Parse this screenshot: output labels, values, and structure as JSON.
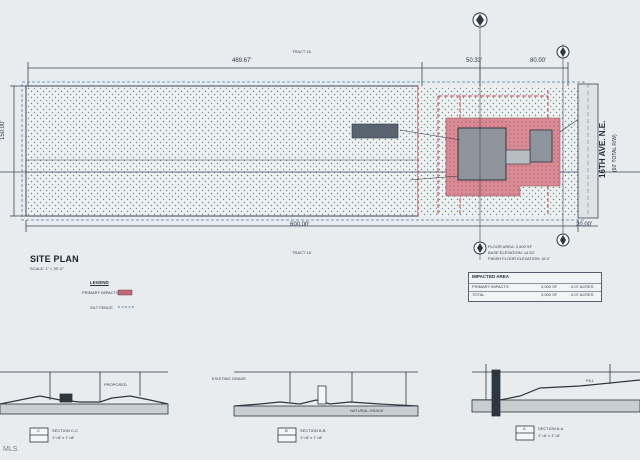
{
  "title": "SITE PLAN",
  "scale_note": "SCALE: 1\" = 30'-0\"",
  "street": {
    "name": "16TH AVE. N.E.",
    "sub": "(60' TOTAL R/W)"
  },
  "dimensions": {
    "top_main": "469.67'",
    "top_mid": "50.33'",
    "top_right": "80.00'",
    "left_side": "150.00'",
    "bottom_main": "600.00'",
    "bottom_right": "20.00'"
  },
  "tract_labels": {
    "top": "TRACT 16",
    "bottom": "TRACT 18"
  },
  "area_notes": [
    "FLOOR AREA: 2,500 SF",
    "BASE ELEVATION: 14.50'",
    "FINISH FLOOR ELEVATION: 16.0'"
  ],
  "legend": {
    "title": "LEGEND",
    "items": [
      {
        "label": "PRIMARY IMPACTS",
        "color": "#c06a78"
      },
      {
        "label": "SILT FENCE",
        "color": "#4a7fb0"
      }
    ]
  },
  "impacted_area": {
    "title": "IMPACTED AREA",
    "rows": [
      {
        "name": "PRIMARY IMPACTS",
        "sf": "3,000 SF",
        "ac": "0.07 ACRES"
      },
      {
        "name": "TOTAL",
        "sf": "3,000 SF",
        "ac": "0.07 ACRES"
      }
    ]
  },
  "sections": [
    {
      "letter": "C",
      "label": "SECTION C-C",
      "scale": "1\"=8' x 1\"=8'"
    },
    {
      "letter": "B",
      "label": "SECTION B-B",
      "scale": "1\"=8' x 1\"=8'"
    },
    {
      "letter": "A",
      "label": "SECTION A-A",
      "scale": "1\"=8' x 1\"=8'"
    }
  ],
  "section_notes": [
    "EXISTING GRADE",
    "PROPOSED",
    "NATURAL GRADE",
    "FILL"
  ],
  "watermark": "MLS",
  "colors": {
    "impact": "#c06a78",
    "silt": "#4a7fb0",
    "line": "#3c4654",
    "hatch": "#5f8a7a"
  }
}
